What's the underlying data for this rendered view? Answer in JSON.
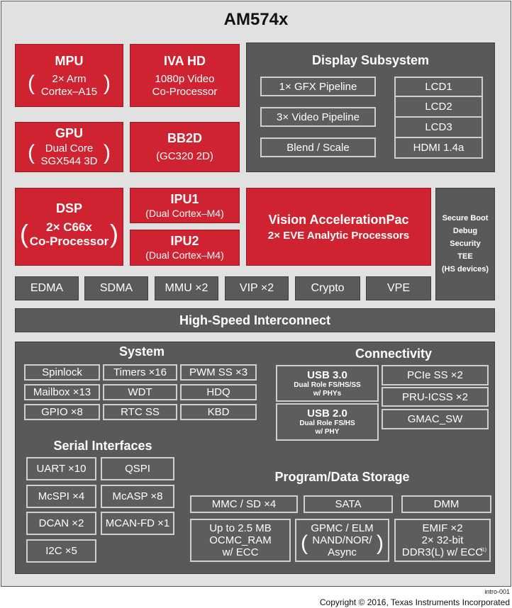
{
  "title": "AM574x",
  "mpu": {
    "name": "MPU",
    "line1": "2× Arm",
    "line2": "Cortex–A15"
  },
  "iva": {
    "name": "IVA HD",
    "line1": "1080p Video",
    "line2": "Co-Processor"
  },
  "gpu": {
    "name": "GPU",
    "line1": "Dual Core",
    "line2": "SGX544 3D"
  },
  "bb2d": {
    "name": "BB2D",
    "line1": "(GC320 2D)"
  },
  "display": {
    "title": "Display Subsystem",
    "pipelines": [
      "1× GFX Pipeline",
      "3× Video Pipeline",
      "Blend / Scale"
    ],
    "outputs": [
      "LCD1",
      "LCD2",
      "LCD3",
      "HDMI 1.4a"
    ]
  },
  "dsp": {
    "name": "DSP",
    "line1": "2× C66x",
    "line2": "Co-Processor"
  },
  "ipu1": {
    "name": "IPU1",
    "line1": "(Dual Cortex–M4)"
  },
  "ipu2": {
    "name": "IPU2",
    "line1": "(Dual Cortex–M4)"
  },
  "vision": {
    "name": "Vision AccelerationPac",
    "line1": "2× EVE Analytic Processors"
  },
  "security": {
    "lines": [
      "Secure Boot",
      "Debug",
      "Security",
      "TEE",
      "(HS devices)"
    ]
  },
  "bottom_row": [
    "EDMA",
    "SDMA",
    "MMU ×2",
    "VIP ×2",
    "Crypto",
    "VPE"
  ],
  "interconnect": "High-Speed Interconnect",
  "system": {
    "title": "System",
    "items": [
      "Spinlock",
      "Timers ×16",
      "PWM SS ×3",
      "Mailbox ×13",
      "WDT",
      "HDQ",
      "GPIO ×8",
      "RTC SS",
      "KBD"
    ]
  },
  "connectivity": {
    "title": "Connectivity",
    "usb3": {
      "name": "USB 3.0",
      "line1": "Dual Role FS/HS/SS",
      "line2": "w/ PHYs"
    },
    "usb2": {
      "name": "USB 2.0",
      "line1": "Dual Role FS/HS",
      "line2": "w/ PHY"
    },
    "items": [
      "PCIe SS ×2",
      "PRU-ICSS ×2",
      "GMAC_SW"
    ]
  },
  "serial": {
    "title": "Serial Interfaces",
    "items": [
      "UART ×10",
      "QSPI",
      "McSPI ×4",
      "McASP ×8",
      "DCAN ×2",
      "MCAN-FD ×1",
      "I2C ×5"
    ]
  },
  "storage": {
    "title": "Program/Data Storage",
    "row1": [
      "MMC / SD ×4",
      "SATA",
      "DMM"
    ],
    "ocmc": {
      "line1": "Up to 2.5 MB",
      "line2": "OCMC_RAM",
      "line3": "w/ ECC"
    },
    "gpmc": {
      "line1": "GPMC / ELM",
      "line2": "NAND/NOR/",
      "line3": "Async"
    },
    "emif": {
      "line1": "EMIF ×2",
      "line2": "2× 32-bit",
      "line3": "DDR3(L) w/ ECC",
      "note": "(1)"
    }
  },
  "figure_id": "intro-001",
  "copyright": "Copyright © 2016, Texas Instruments Incorporated"
}
